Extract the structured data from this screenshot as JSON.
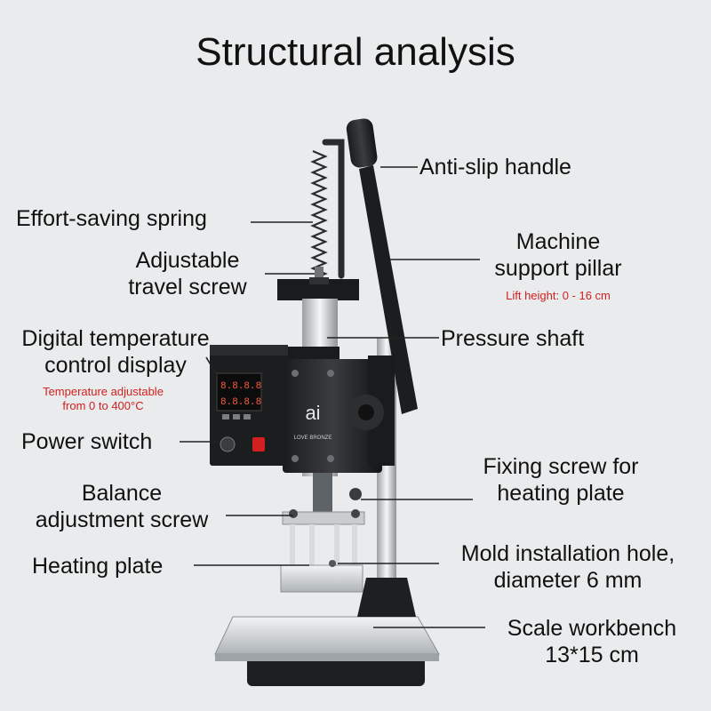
{
  "title": "Structural analysis",
  "labels": {
    "handle": "Anti-slip handle",
    "spring": "Effort-saving spring",
    "travel_line1": "Adjustable",
    "travel_line2": "travel screw",
    "pillar_line1": "Machine",
    "pillar_line2": "support pillar",
    "pillar_note": "Lift height: 0 - 16 cm",
    "display_line1": "Digital temperature",
    "display_line2": "control display",
    "display_note_line1": "Temperature adjustable",
    "display_note_line2": "from 0 to 400°C",
    "shaft": "Pressure shaft",
    "power": "Power switch",
    "fixing_line1": "Fixing screw for",
    "fixing_line2": "heating plate",
    "balance_line1": "Balance",
    "balance_line2": "adjustment screw",
    "heating": "Heating plate",
    "mold_line1": "Mold installation hole,",
    "mold_line2": "diameter 6 mm",
    "bench_line1": "Scale workbench",
    "bench_line2": "13*15 cm"
  },
  "device": {
    "readout_top": "8.8.8.8",
    "readout_bottom": "8.8.8.8",
    "logo": "ai",
    "brand": "LOVE BRONZE"
  }
}
